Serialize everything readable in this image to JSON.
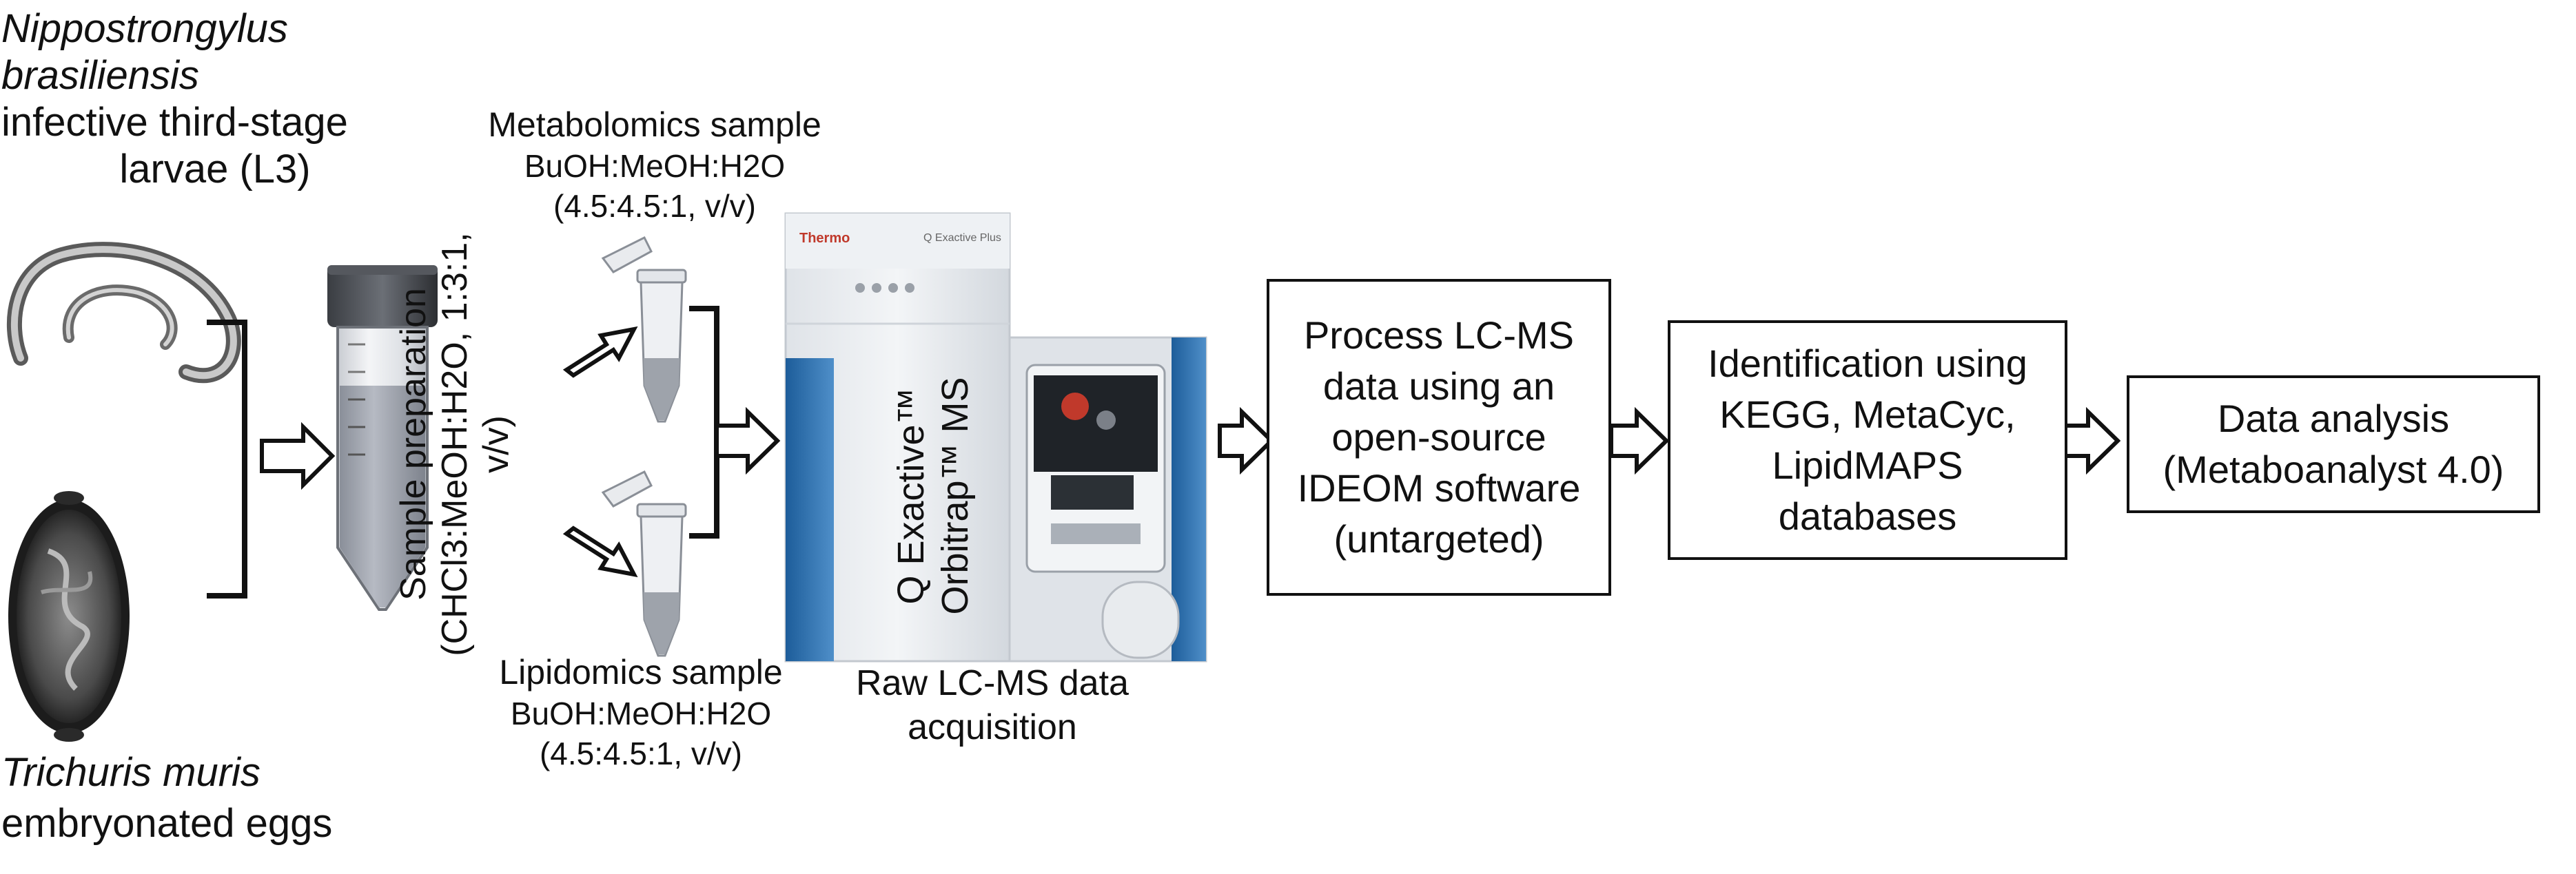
{
  "nb": {
    "line1": "Nippostrongylus",
    "line2": "brasiliensis",
    "line3": "infective third-stage",
    "line4": "larvae (L3)"
  },
  "tm": {
    "line1": "Trichuris muris",
    "line2": "embryonated eggs"
  },
  "prep": {
    "line1": "Sample preparation",
    "line2": "(CHCl3:MeOH:H2O, 1:3:1,",
    "line3": "v/v)"
  },
  "metab": {
    "title": "Metabolomics sample",
    "solvent": "BuOH:MeOH:H2O",
    "ratio": "(4.5:4.5:1, v/v)"
  },
  "lipid": {
    "title": "Lipidomics sample",
    "solvent": "BuOH:MeOH:H2O",
    "ratio": "(4.5:4.5:1, v/v)"
  },
  "instrument": {
    "brand": "Thermo",
    "model_small": "Q Exactive Plus",
    "name_line1": "Q Exactive™",
    "name_line2": "Orbitrap™ MS",
    "caption_line1": "Raw LC-MS data",
    "caption_line2": "acquisition"
  },
  "step1": {
    "line1": "Process LC-MS",
    "line2": "data using an",
    "line3": "open-source",
    "line4": "IDEOM software",
    "line5": "(untargeted)"
  },
  "step2": {
    "line1": "Identification using",
    "line2": "KEGG, MetaCyc,",
    "line3": "LipidMAPS",
    "line4": "databases"
  },
  "step3": {
    "line1": "Data analysis",
    "line2": "(Metaboanalyst 4.0)"
  }
}
